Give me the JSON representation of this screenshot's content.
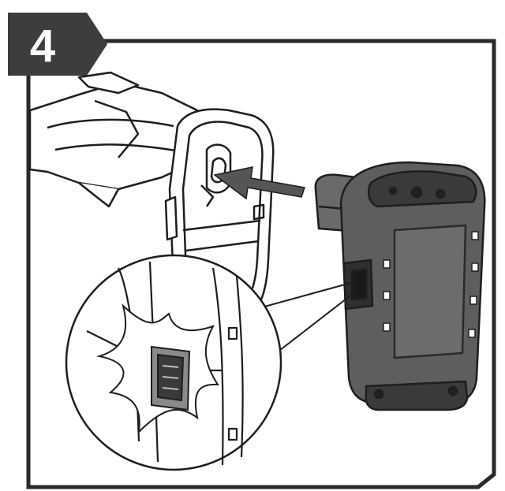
{
  "step": {
    "number": "4",
    "badge_color": "#3d3d3d",
    "badge_text_color": "#ffffff"
  },
  "figure": {
    "frame_color": "#2a2a2a",
    "line_color": "#1e1e1e",
    "battery_fill": "#5e5e5e",
    "battery_dark": "#3a3a3a",
    "arrow_color": "#555555",
    "arrow_direction": "left",
    "icons": [
      "tool-handle",
      "battery-pack",
      "insert-arrow",
      "click-burst",
      "magnifier-callout"
    ]
  }
}
